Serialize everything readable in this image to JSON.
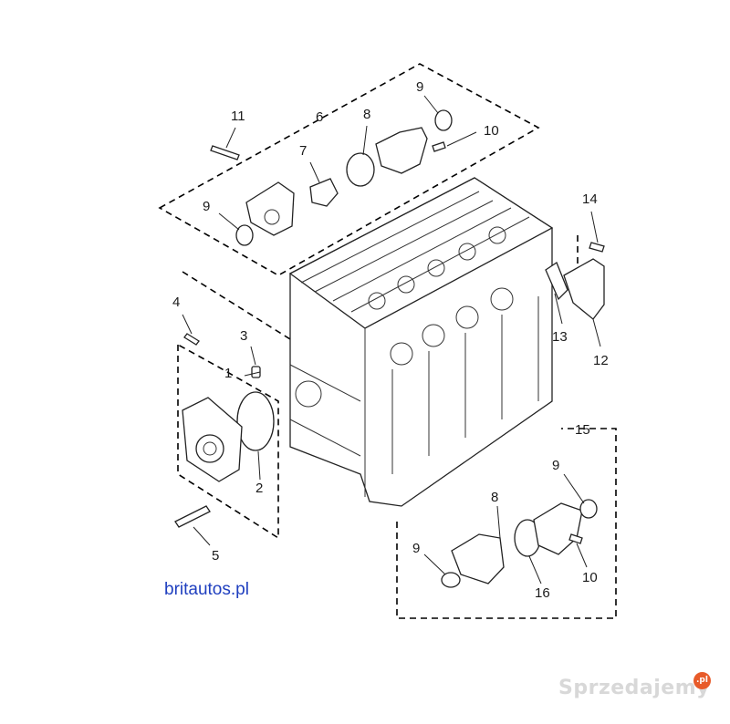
{
  "diagram": {
    "callouts": {
      "label_1": "1",
      "label_2": "2",
      "label_3": "3",
      "label_4": "4",
      "label_5": "5",
      "label_6": "6",
      "label_7": "7",
      "label_8_top": "8",
      "label_9_top_right": "9",
      "label_9_top_left": "9",
      "label_10_top": "10",
      "label_11": "11",
      "label_12": "12",
      "label_13": "13",
      "label_14": "14",
      "label_15": "15",
      "label_9_bottom_right": "9",
      "label_8_bottom": "8",
      "label_9_bottom_left": "9",
      "label_16": "16",
      "label_10_bottom": "10"
    }
  },
  "watermarks": {
    "site_url": "britautos.pl",
    "brand": "Sprzedajemy",
    "brand_badge": ".pl"
  }
}
